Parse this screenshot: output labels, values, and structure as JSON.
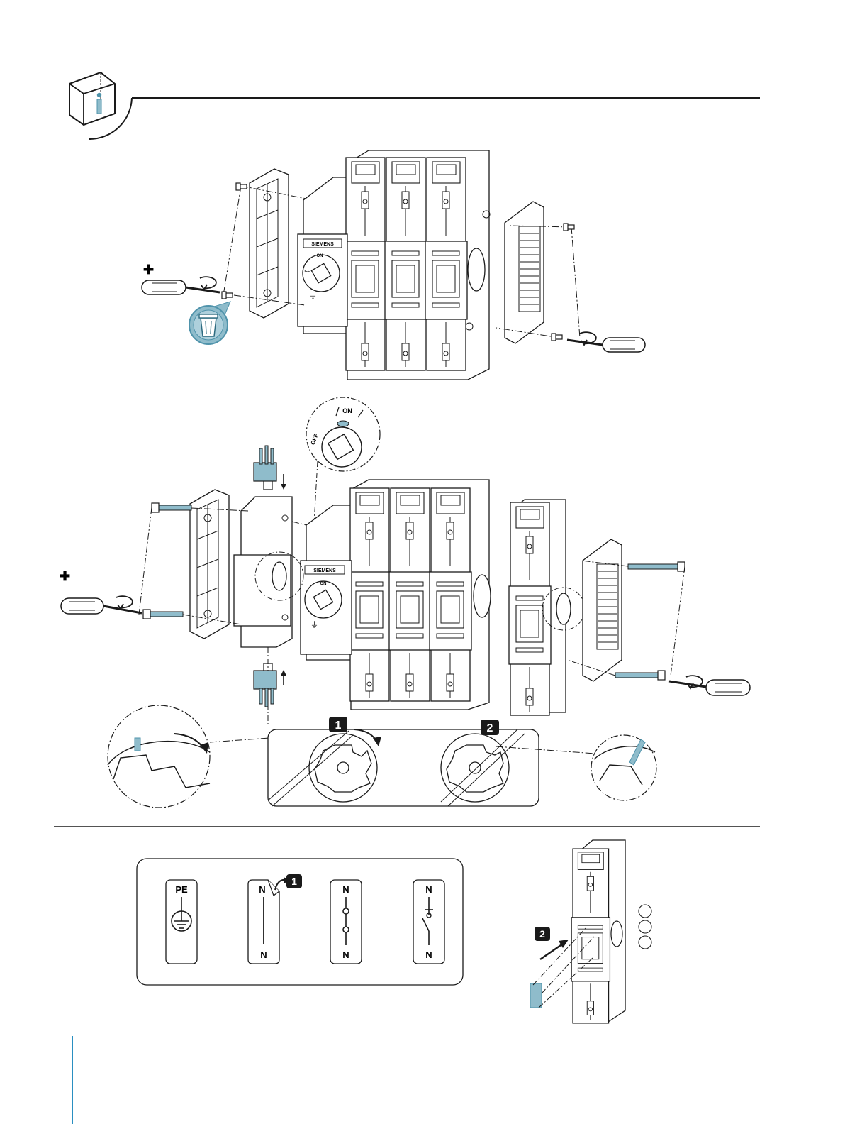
{
  "colors": {
    "accent": "#8fbccb",
    "accent_dark": "#4f93ab",
    "line": "#1a1a1a",
    "blue_rule": "#2a8fc1",
    "badge_bg": "#1a1a1a",
    "badge_fg": "#ffffff"
  },
  "switch_labels": {
    "on": "ON",
    "off": "OFF",
    "brand": "SIEMENS"
  },
  "steps": {
    "rotate": {
      "s1": "1",
      "s2": "2"
    },
    "neutral": {
      "s1": "1",
      "s2": "2"
    }
  },
  "plus_symbol": "✚",
  "neutral_options": [
    {
      "top": "PE",
      "bottom": "",
      "icon": "ground-icon"
    },
    {
      "top": "N",
      "bottom": "N",
      "icon": "solid-link-icon"
    },
    {
      "top": "N",
      "bottom": "N",
      "icon": "removable-link-icon"
    },
    {
      "top": "N",
      "bottom": "N",
      "icon": "switched-neutral-icon"
    }
  ],
  "icons": [
    "info-cube-icon",
    "trash-icon",
    "screwdriver-icon",
    "rotate-arrow-icon",
    "arrow-down-icon",
    "arrow-up-icon"
  ]
}
